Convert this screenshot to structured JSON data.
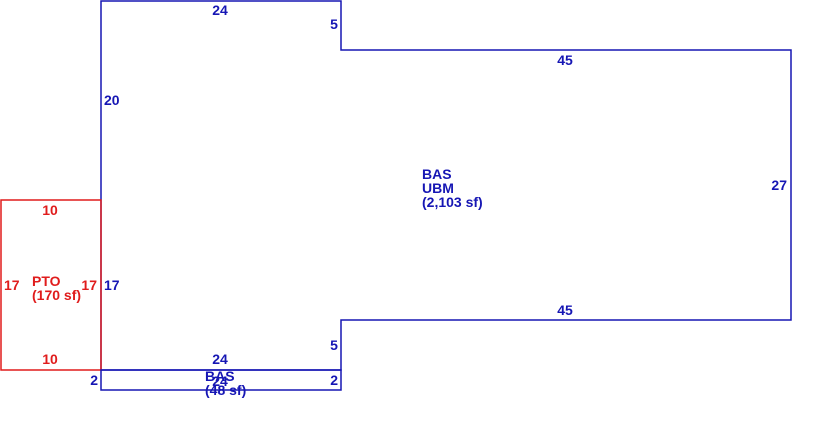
{
  "colors": {
    "bas": "#1616b4",
    "pto": "#e01c1c"
  },
  "main_area": {
    "code1": "BAS",
    "code2": "UBM",
    "area": "(2,103 sf)"
  },
  "main_dims": {
    "top_left": "24",
    "step_top": "5",
    "top_right": "45",
    "left_upper": "20",
    "right": "27",
    "left_lower": "17",
    "bottom_right": "45",
    "step_bottom": "5",
    "bottom_left": "24"
  },
  "pto_area": {
    "code": "PTO",
    "area": "(170 sf)"
  },
  "pto_dims": {
    "top": "10",
    "left": "17",
    "right": "17",
    "bottom": "10"
  },
  "small_area": {
    "code": "BAS",
    "area": "(48 sf)"
  },
  "small_dims": {
    "left": "2",
    "right": "2",
    "bottom": "24"
  }
}
